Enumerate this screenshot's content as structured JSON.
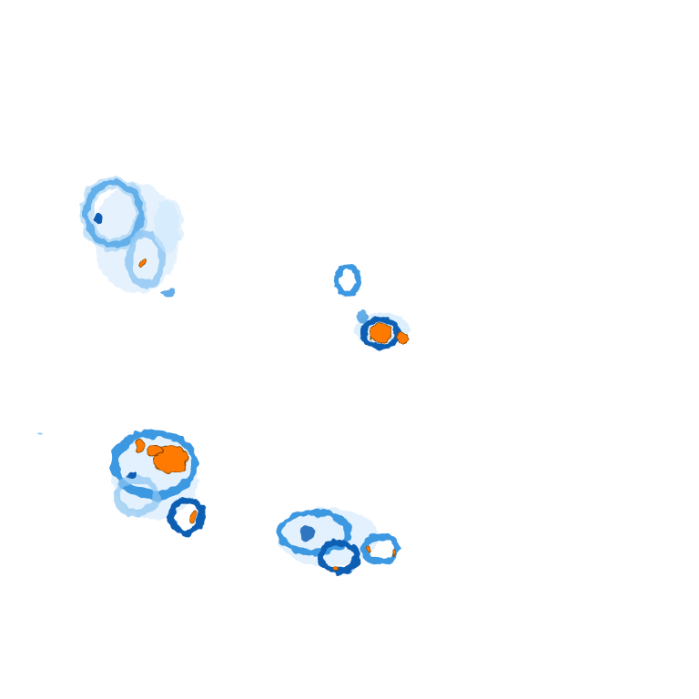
{
  "image": {
    "background": "#ffffff",
    "palette": {
      "faint": "#cfe8fb",
      "light": "#8cc6f2",
      "mid": "#3d98e2",
      "dark": "#0f5fb4",
      "hot": "#ff7a00",
      "hot_edge": "#8a4a00"
    },
    "blobs": [
      {
        "name": "blob-top-left",
        "intensity": "low"
      },
      {
        "name": "blob-center-right",
        "intensity": "high"
      },
      {
        "name": "blob-bottom-left",
        "intensity": "high"
      },
      {
        "name": "blob-bottom-center",
        "intensity": "medium"
      }
    ]
  }
}
